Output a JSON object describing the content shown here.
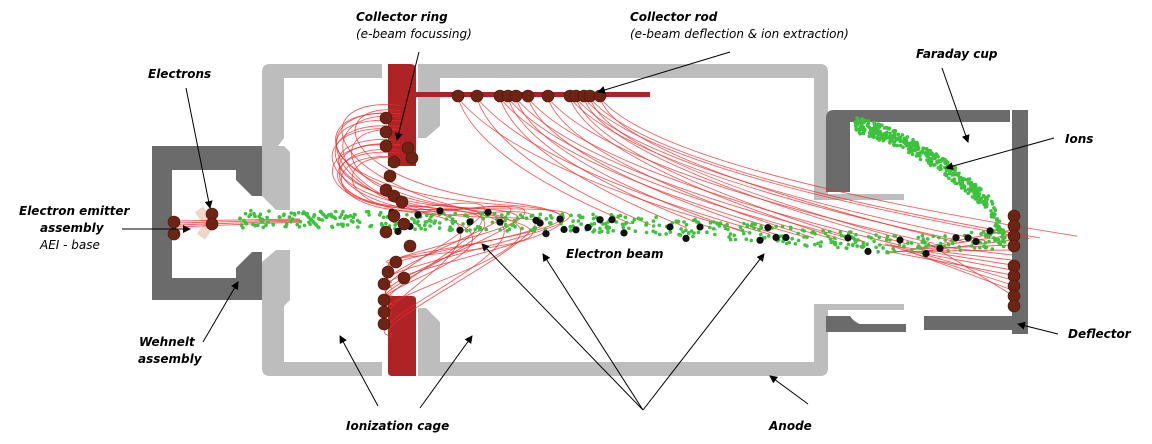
{
  "title": "Ion source schematic with simulated electron and ion trajectories",
  "labels": {
    "collector_ring": "Collector ring",
    "collector_ring_sub": "(e-beam focussing)",
    "collector_rod": "Collector rod",
    "collector_rod_sub": "(e-beam deflection & ion extraction)",
    "electrons": "Electrons",
    "faraday_cup": "Faraday cup",
    "ions": "Ions",
    "emitter_line1": "Electron emitter",
    "emitter_line2": "assembly",
    "emitter_line3": "AEI - base",
    "electron_beam": "Electron beam",
    "wehnelt_line1": "Wehnelt",
    "wehnelt_line2": "assembly",
    "ionization_cage": "Ionization cage",
    "anode": "Anode",
    "deflector": "Deflector"
  },
  "colors": {
    "anode": "#bdbdbd",
    "wehnelt": "#6b6b6b",
    "collector": "#ad2326",
    "electron_trajectory": "#ef2a2a",
    "electron_particle": "#6e2414",
    "ion_particle": "#3cc23c",
    "beam_electron": "#111111"
  }
}
